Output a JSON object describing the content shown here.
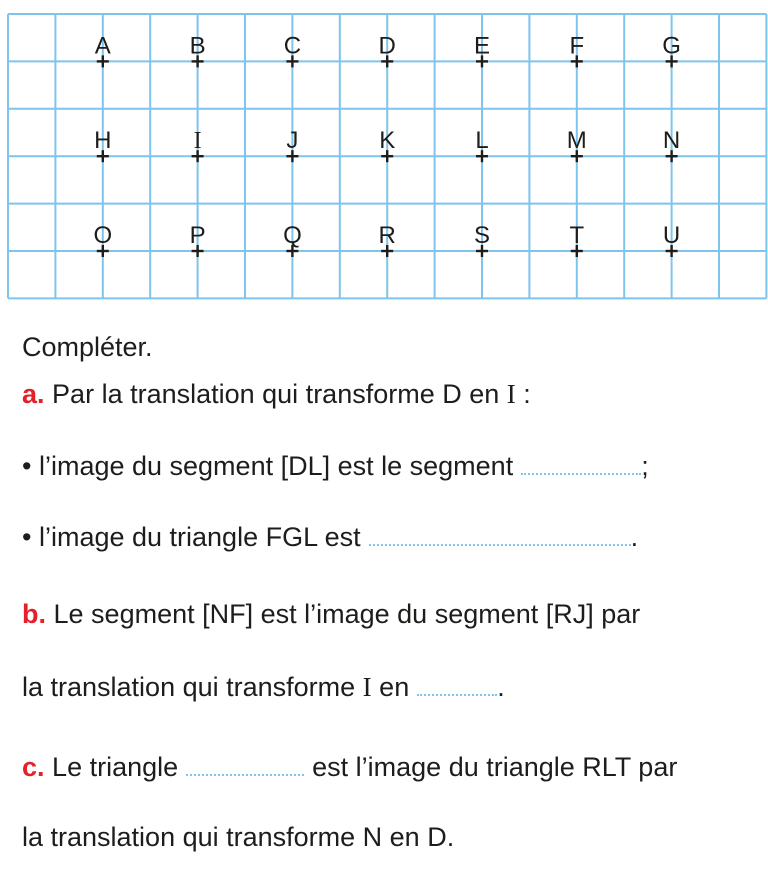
{
  "grid": {
    "line_color": "#7fc4ec",
    "rows": [
      [
        "A",
        "B",
        "C",
        "D",
        "E",
        "F",
        "G"
      ],
      [
        "H",
        "I",
        "J",
        "K",
        "L",
        "M",
        "N"
      ],
      [
        "O",
        "P",
        "Q",
        "R",
        "S",
        "T",
        "U"
      ]
    ]
  },
  "instruction": "Compléter.",
  "a": {
    "label": "a.",
    "intro": "Par la translation qui transforme D en ",
    "intro_point": "I",
    "intro_end": " :",
    "bullet1": "• l’image du segment [DL] est le segment",
    "bullet1_end": ";",
    "bullet2": "• l’image du triangle FGL est",
    "bullet2_end": "."
  },
  "b": {
    "label": "b.",
    "line1": "Le segment [NF] est l’image du segment [RJ] par",
    "line2": "la translation qui transforme ",
    "line2_point": "I",
    "line2_mid": " en",
    "line2_end": "."
  },
  "c": {
    "label": "c.",
    "line1_start": "Le triangle",
    "line1_end": "est l’image du triangle RLT par",
    "line2": "la translation qui transforme N en D."
  },
  "colors": {
    "label_red": "#e4202b",
    "text": "#1d1d1b",
    "dots": "#7fc4ec"
  }
}
